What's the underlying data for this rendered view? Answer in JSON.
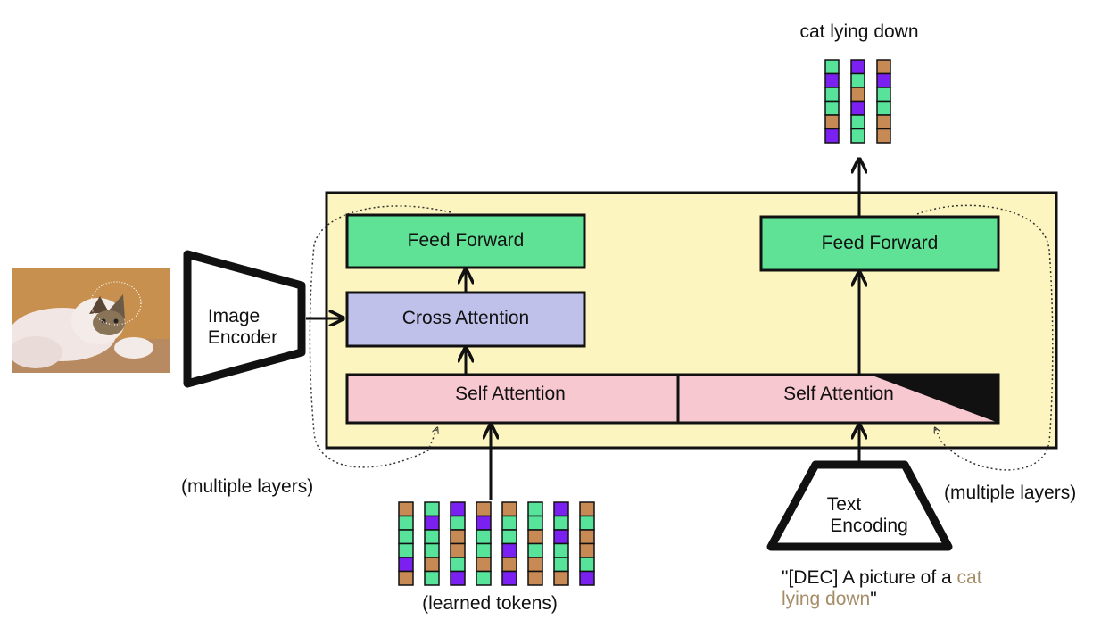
{
  "labels": {
    "output": "cat lying down",
    "image_encoder": [
      "Image",
      "Encoder"
    ],
    "text_encoding": [
      "Text",
      "Encoding"
    ],
    "feed_forward_left": "Feed Forward",
    "feed_forward_right": "Feed Forward",
    "cross_attention": "Cross Attention",
    "self_attention_left": "Self Attention",
    "self_attention_right": "Self Attention",
    "multiple_layers_left": "(multiple layers)",
    "multiple_layers_right": "(multiple layers)",
    "learned_tokens": "(learned tokens)"
  },
  "prompt": {
    "prefix": "\"[DEC] A picture of a ",
    "highlight": "cat lying down",
    "suffix": "\""
  },
  "colors": {
    "panel": "#fdf5bf",
    "feed_forward": "#5fe295",
    "cross_attention": "#bfc1ea",
    "self_attention": "#f8c8d0",
    "token_orange": "#c88a54",
    "token_green": "#57e39a",
    "token_purple": "#7a20f0",
    "prompt_highlight": "#a58d68"
  },
  "output_tokens": [
    [
      "green",
      "purple",
      "green",
      "green",
      "orange",
      "purple"
    ],
    [
      "purple",
      "green",
      "orange",
      "purple",
      "green",
      "green"
    ],
    [
      "orange",
      "purple",
      "green",
      "green",
      "orange",
      "orange"
    ]
  ],
  "learned_tokens": [
    [
      "orange",
      "green",
      "green",
      "green",
      "purple",
      "orange"
    ],
    [
      "green",
      "purple",
      "green",
      "green",
      "orange",
      "green"
    ],
    [
      "purple",
      "green",
      "orange",
      "orange",
      "green",
      "purple"
    ],
    [
      "orange",
      "purple",
      "green",
      "green",
      "orange",
      "green"
    ],
    [
      "orange",
      "green",
      "green",
      "purple",
      "orange",
      "purple"
    ],
    [
      "green",
      "green",
      "orange",
      "green",
      "orange",
      "orange"
    ],
    [
      "purple",
      "green",
      "purple",
      "green",
      "green",
      "orange"
    ],
    [
      "orange",
      "green",
      "orange",
      "orange",
      "green",
      "purple"
    ]
  ]
}
